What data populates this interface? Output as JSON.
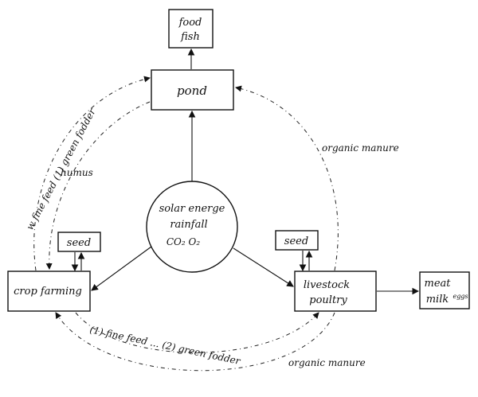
{
  "nodes": {
    "food_fish": [
      "food",
      "fish"
    ],
    "pond": "pond",
    "seed_left": "seed",
    "seed_right": "seed",
    "crop_farming": "crop farming",
    "livestock_poultry": [
      "livestock",
      "poultry"
    ],
    "meat_milk": [
      "meat",
      "milk"
    ],
    "meat_milk_extra": "eggs",
    "center": [
      "solar energe",
      "rainfall",
      "CO₂  O₂"
    ]
  },
  "labels": {
    "left_arc": "w fine feed (1) green fodder",
    "humus": "humus",
    "organic_manure_top": "organic manure",
    "bottom_arc": "(1) fine feed ... (2) green fodder",
    "organic_manure_bottom": "organic manure"
  }
}
